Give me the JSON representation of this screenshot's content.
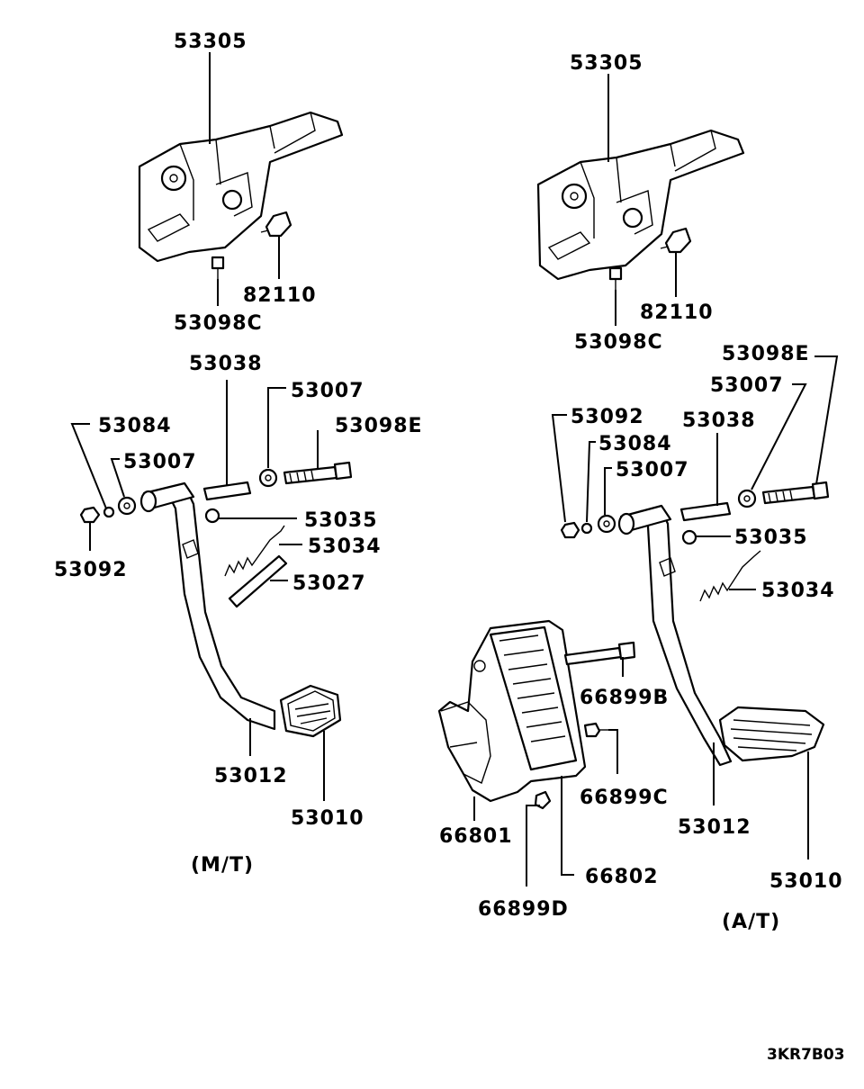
{
  "labels": {
    "mt_bracket": "53305",
    "mt_stop_switch": "82110",
    "mt_bolt_c": "53098C",
    "mt_pin": "53038",
    "mt_bushing_upper": "53007",
    "mt_bolt_e": "53098E",
    "mt_washer": "53084",
    "mt_bushing_left": "53007",
    "mt_nut": "53092",
    "mt_clip": "53035",
    "mt_spring": "53034",
    "mt_rod": "53027",
    "mt_pedal": "53012",
    "mt_pad": "53010",
    "mt_caption": "(M/T)",
    "at_bracket": "53305",
    "at_stop_switch": "82110",
    "at_bolt_c": "53098C",
    "at_bolt_e": "53098E",
    "at_bushing_upper": "53007",
    "at_nut": "53092",
    "at_pin": "53038",
    "at_washer": "53084",
    "at_bushing_left": "53007",
    "at_clip": "53035",
    "at_spring": "53034",
    "at_pedal": "53012",
    "at_pad": "53010",
    "at_caption": "(A/T)",
    "acc_bolt_b": "66899B",
    "acc_bolt_c": "66899C",
    "acc_bolt_d": "66899D",
    "acc_pedal": "66801",
    "acc_sensor": "66802",
    "drawing_code": "3KR7B03"
  }
}
